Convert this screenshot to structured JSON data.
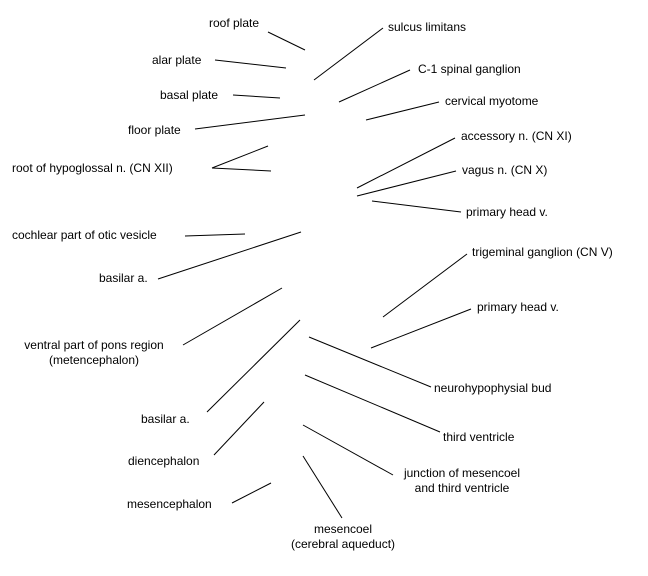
{
  "colors": {
    "ink": "#000000",
    "background": "#ffffff"
  },
  "labels": {
    "roof_plate": "roof plate",
    "alar_plate": "alar plate",
    "basal_plate": "basal plate",
    "floor_plate": "floor plate",
    "root_hypoglossal": "root of hypoglossal n. (CN XII)",
    "cochlear": "cochlear part of otic vesicle",
    "basilar_1": "basilar a.",
    "ventral_pons_1": "ventral part of pons region",
    "ventral_pons_2": "(metencephalon)",
    "basilar_2": "basilar a.",
    "diencephalon": "diencephalon",
    "mesencephalon": "mesencephalon",
    "mesencoel_1": "mesencoel",
    "mesencoel_2": "(cerebral aqueduct)",
    "sulcus_limitans": "sulcus limitans",
    "c1_ganglion": "C-1 spinal ganglion",
    "cervical_myotome": "cervical myotome",
    "accessory": "accessory n. (CN XI)",
    "vagus": "vagus n. (CN X)",
    "primary_head_1": "primary head v.",
    "trigeminal": "trigeminal ganglion (CN V)",
    "primary_head_2": "primary head v.",
    "neurohypophysial": "neurohypophysial bud",
    "third_ventricle": "third ventricle",
    "junction_1": "junction of mesencoel",
    "junction_2": "and third ventricle"
  }
}
